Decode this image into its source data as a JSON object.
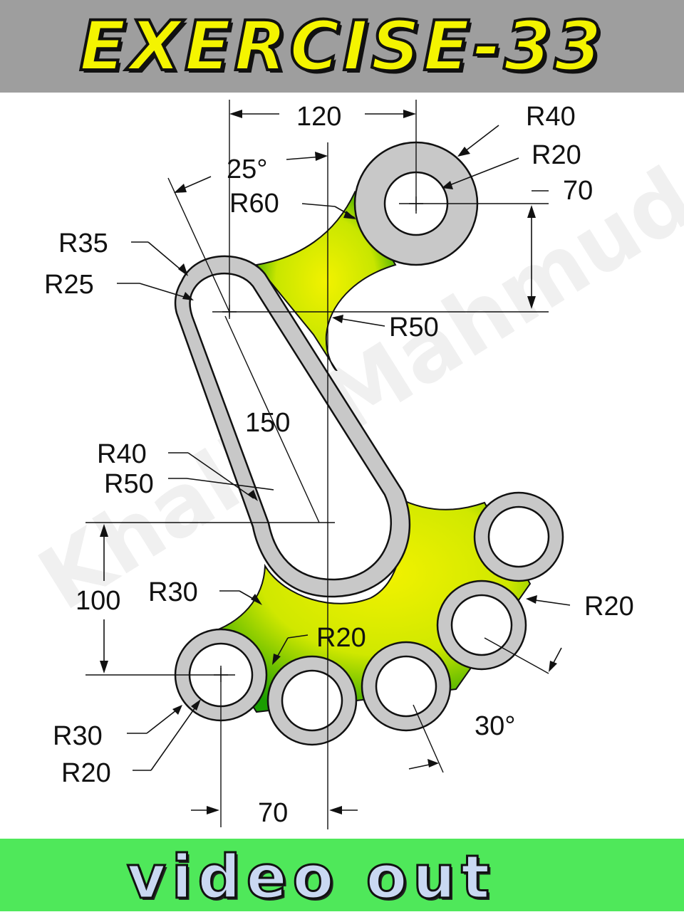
{
  "header": {
    "title": "EXERCISE-33"
  },
  "footer": {
    "label": "video out"
  },
  "watermark": "Khalid Mahmud",
  "colors": {
    "banner_bg": "#9e9e9e",
    "title_fill": "#f4f400",
    "footer_bg": "#4fe85a",
    "footer_text": "#c9d8f2",
    "part_ring": "#c8c8c8",
    "gradient_yellow": "#f2f200",
    "gradient_green": "#1a9e00"
  },
  "dimensions": {
    "top_width": "120",
    "angle_top": "25°",
    "r60": "R60",
    "r40_top": "R40",
    "r20_top": "R20",
    "v70": "70",
    "r35": "R35",
    "r25": "R25",
    "r50_mid": "R50",
    "len150": "150",
    "r40_slot": "R40",
    "r50_slot": "R50",
    "v100": "100",
    "r30_fillet": "R30",
    "r20_right": "R20",
    "r20_inner": "R20",
    "angle_bottom": "30°",
    "r30_bottom": "R30",
    "r20_bottom": "R20",
    "h70": "70"
  }
}
